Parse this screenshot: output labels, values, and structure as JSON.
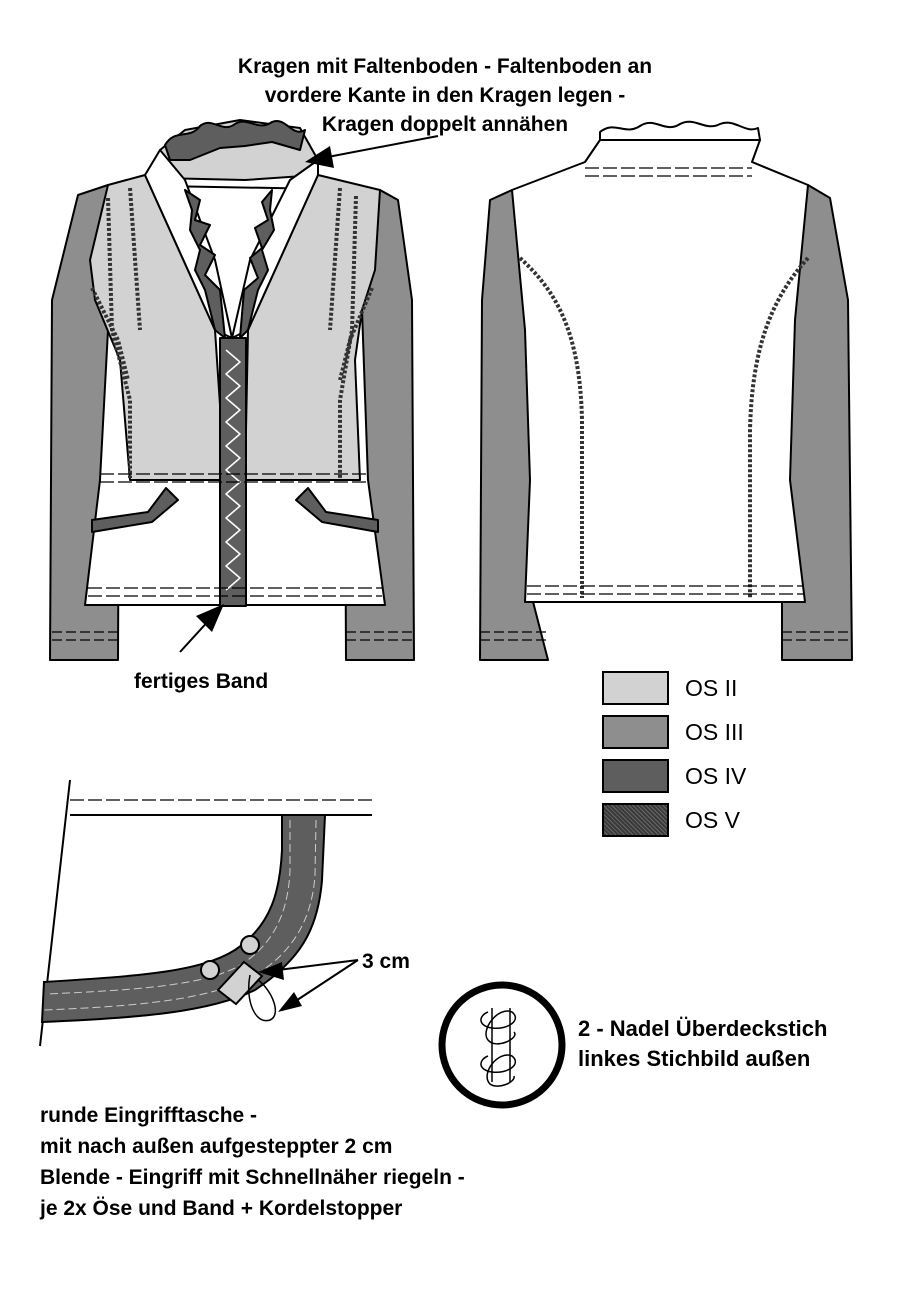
{
  "annotations": {
    "collar": [
      "Kragen mit Faltenboden - Faltenboden an",
      "vordere Kante in den Kragen legen -",
      "Kragen doppelt annähen"
    ],
    "band": "fertiges Band",
    "measure": "3 cm",
    "stitch": [
      "2 - Nadel Überdeckstich",
      "linkes Stichbild außen"
    ],
    "pocket": [
      "runde Eingrifftasche -",
      "mit nach außen aufgesteppter 2 cm",
      "Blende - Eingriff mit Schnellnäher riegeln -",
      "je 2x Öse und Band + Kordelstopper"
    ]
  },
  "legend": [
    {
      "label": "OS II",
      "color": "#d2d2d2"
    },
    {
      "label": "OS III",
      "color": "#8e8e8e"
    },
    {
      "label": "OS IV",
      "color": "#5e5e5e"
    },
    {
      "label": "OS V",
      "color": "#3a3a3a"
    }
  ]
}
